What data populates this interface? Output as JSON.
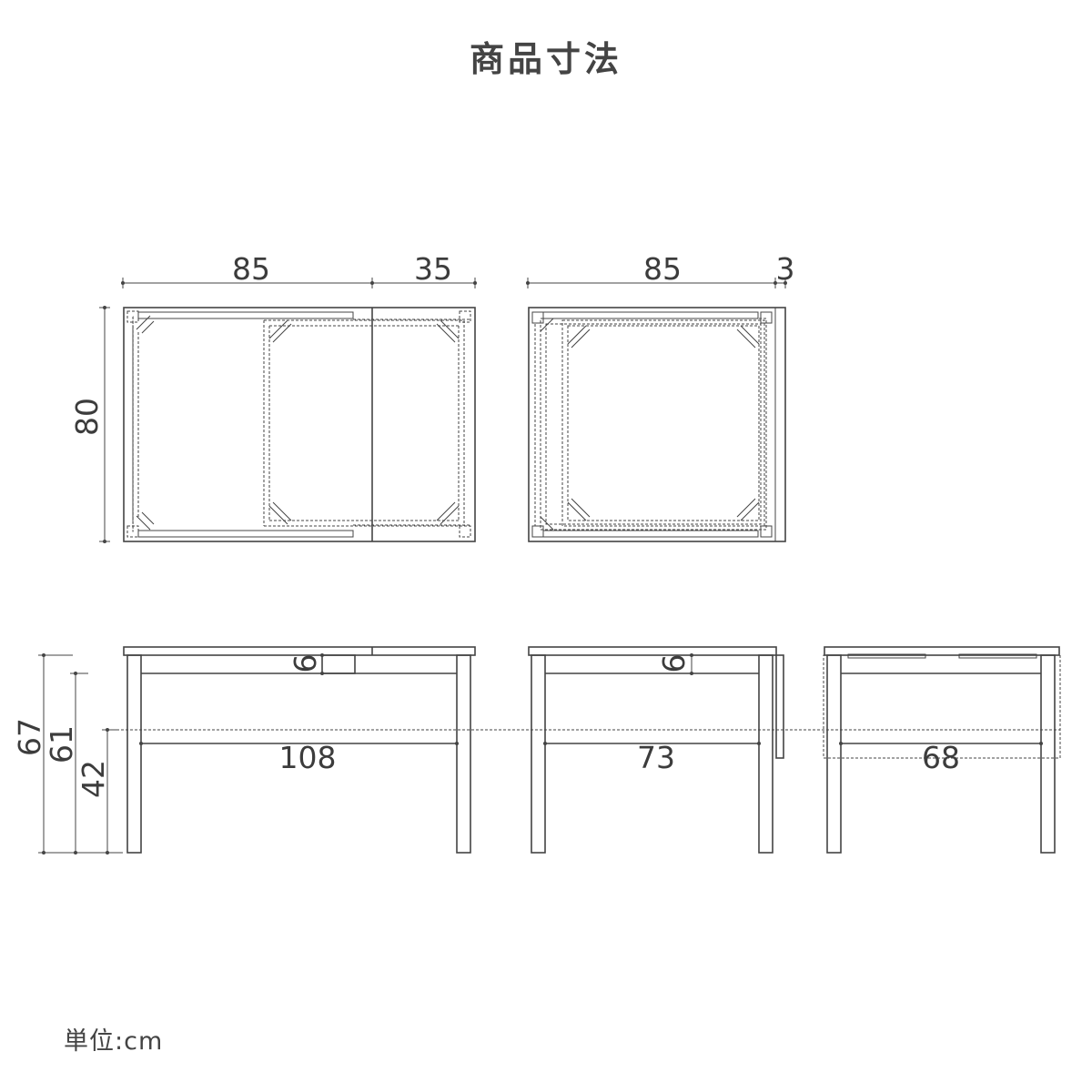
{
  "title": "商品寸法",
  "unit_label": "単位:cm",
  "top_views": {
    "extended": {
      "width_main": "85",
      "width_extension": "35",
      "depth": "80"
    },
    "closed": {
      "width": "85",
      "overhang": "3"
    }
  },
  "heights": {
    "total": "67",
    "under_top": "61",
    "shelf": "42"
  },
  "side_views": {
    "front_extended": {
      "apron": "6",
      "width": "108"
    },
    "front_closed": {
      "apron": "6",
      "width": "73"
    },
    "side": {
      "width": "68"
    }
  }
}
